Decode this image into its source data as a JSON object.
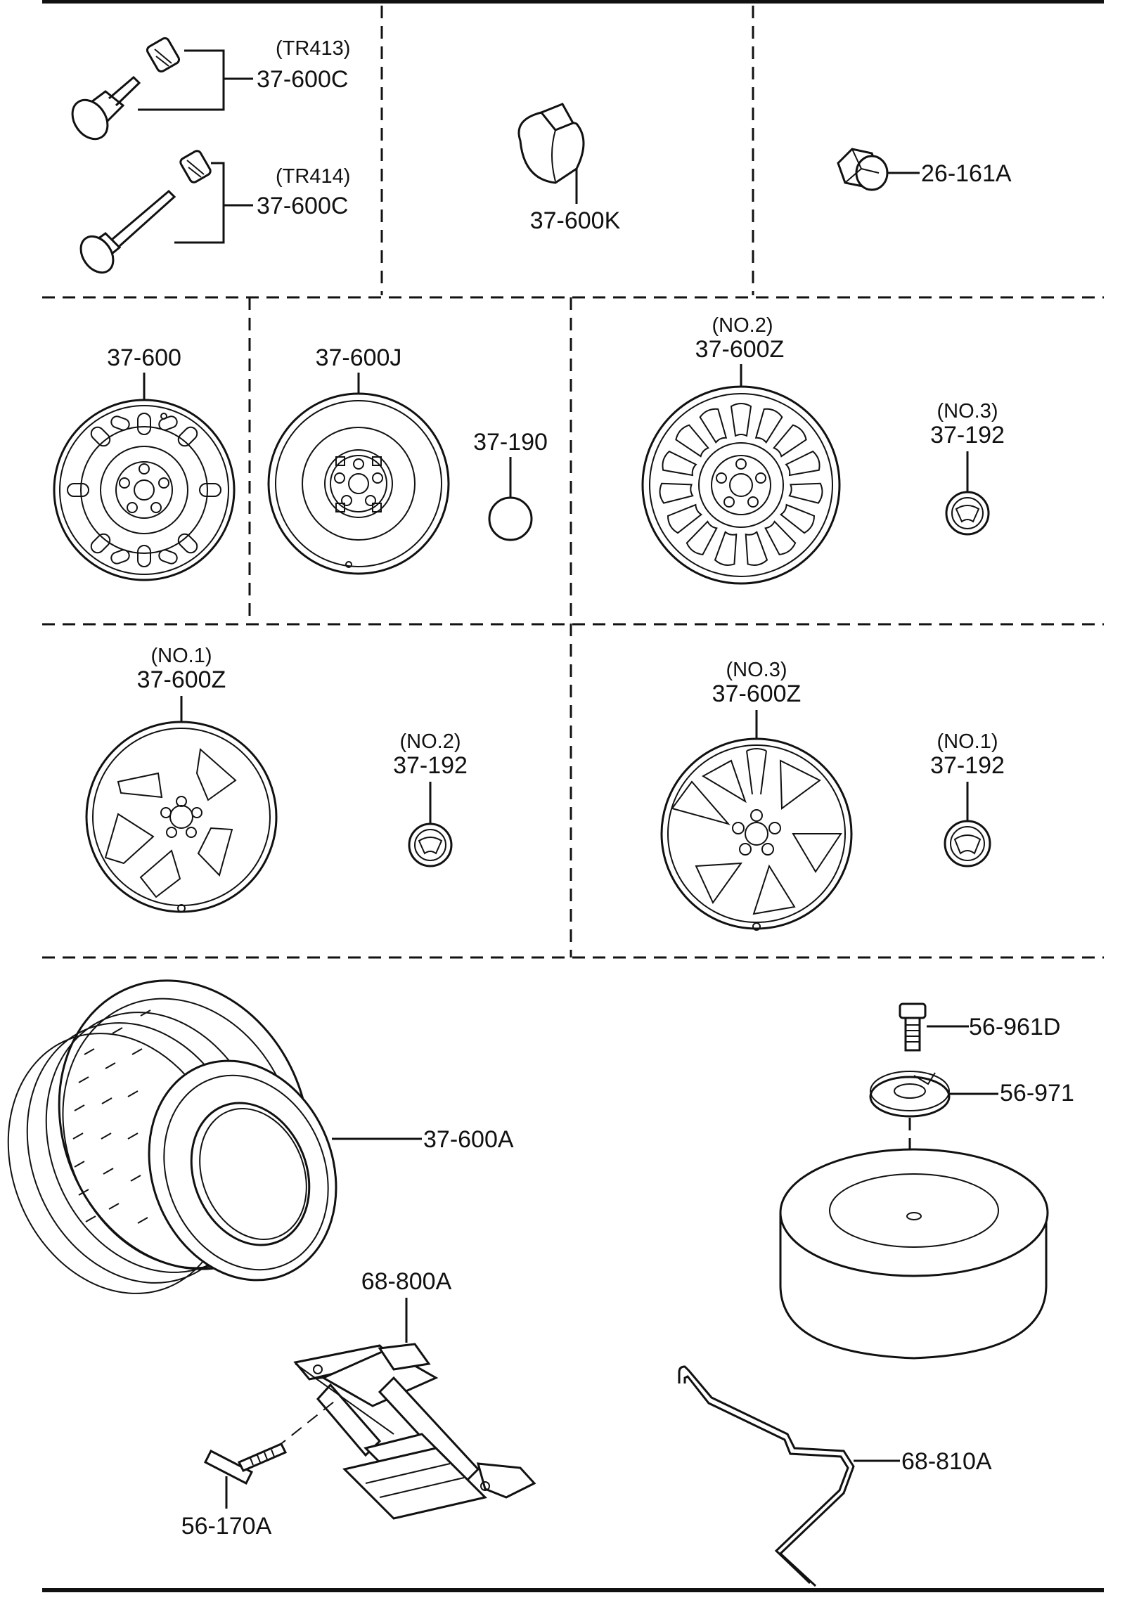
{
  "title_block": {
    "note": ""
  },
  "labels": {
    "valve_tr413_tag": "(TR413)",
    "valve_tr413_part": "37-600C",
    "valve_tr414_tag": "(TR414)",
    "valve_tr414_part": "37-600C",
    "balance_weight": "37-600K",
    "lug_nut": "26-161A",
    "steel_wheel": "37-600",
    "spare_wheel": "37-600J",
    "hub_cap_plain": "37-190",
    "alloy_no2_tag": "(NO.2)",
    "alloy_no2_part": "37-600Z",
    "cap_no3_tag": "(NO.3)",
    "cap_no3_part": "37-192",
    "alloy_no1_tag": "(NO.1)",
    "alloy_no1_part": "37-600Z",
    "cap_no2_tag": "(NO.2)",
    "cap_no2_part": "37-192",
    "alloy_no3_tag": "(NO.3)",
    "alloy_no3_part": "37-600Z",
    "cap_no1_tag": "(NO.1)",
    "cap_no1_part": "37-192",
    "tire": "37-600A",
    "spare_bolt": "56-961D",
    "spare_clamp": "56-971",
    "jack": "68-800A",
    "jack_bolt": "56-170A",
    "jack_handle": "68-810A"
  },
  "icons": [
    "valve-stem-icon",
    "balance-weight-icon",
    "lug-nut-icon",
    "steel-wheel-icon",
    "spare-wheel-icon",
    "hub-cap-icon",
    "alloy-wheel-icon",
    "center-cap-icon",
    "tire-icon",
    "bolt-icon",
    "clamp-icon",
    "scissor-jack-icon",
    "jack-handle-icon"
  ]
}
